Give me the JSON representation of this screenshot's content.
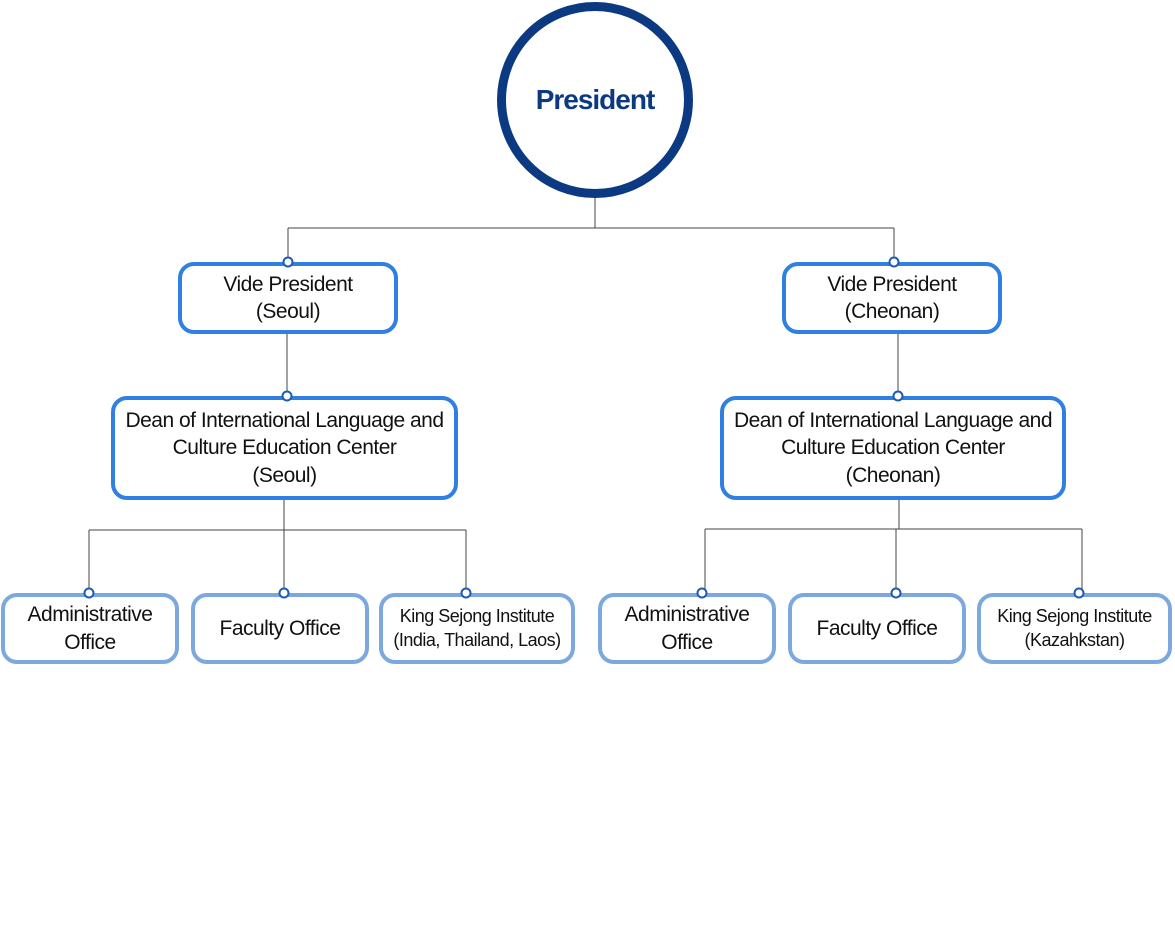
{
  "president": {
    "label": "President"
  },
  "seoul": {
    "vp_line1": "Vide President",
    "vp_line2": "(Seoul)",
    "dean_line1": "Dean of International Language and",
    "dean_line2": "Culture Education Center",
    "dean_line3": "(Seoul)",
    "admin_line1": "Administrative",
    "admin_line2": "Office",
    "faculty": "Faculty Office",
    "ksi_line1": "King Sejong Institute",
    "ksi_line2": "(India, Thailand, Laos)"
  },
  "cheonan": {
    "vp_line1": "Vide President",
    "vp_line2": "(Cheonan)",
    "dean_line1": "Dean of International Language and",
    "dean_line2": "Culture Education Center",
    "dean_line3": "(Cheonan)",
    "admin_line1": "Administrative",
    "admin_line2": "Office",
    "faculty": "Faculty Office",
    "ksi_line1": "King Sejong Institute",
    "ksi_line2": "(Kazahkstan)"
  },
  "colors": {
    "president_border": "#0b3a82",
    "node_border": "#2f80e0",
    "leaf_border": "#7ca8df",
    "connector": "#444444"
  }
}
